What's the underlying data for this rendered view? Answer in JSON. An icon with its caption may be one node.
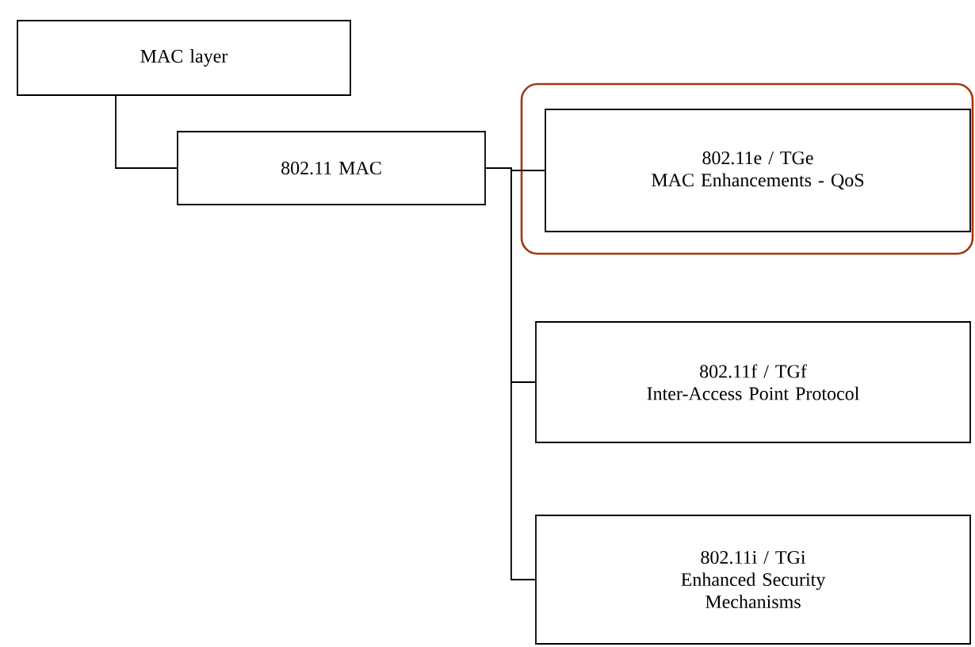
{
  "diagram": {
    "nodes": [
      {
        "text": [
          "MAC layer"
        ]
      },
      {
        "text": [
          "802.11 MAC"
        ]
      },
      {
        "text": [
          "802.11e / TGe",
          "MAC Enhancements - QoS"
        ]
      },
      {
        "text": [
          "802.11f / TGf",
          "Inter-Access Point Protocol"
        ]
      },
      {
        "text": [
          "802.11i / TGi",
          "Enhanced Security Mechanisms"
        ]
      }
    ],
    "edges": [
      {
        "from": 0,
        "to": 1,
        "arrow": "none"
      },
      {
        "from": 1,
        "to": 2,
        "arrow": "none"
      },
      {
        "from": 1,
        "to": 3,
        "arrow": "none"
      },
      {
        "from": 1,
        "to": 4,
        "arrow": "none"
      }
    ]
  }
}
